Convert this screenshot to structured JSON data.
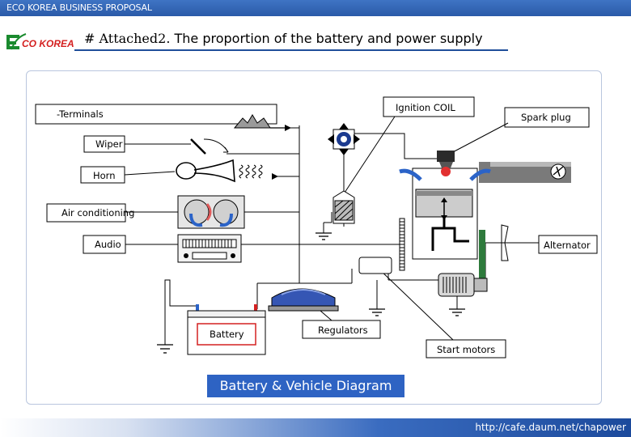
{
  "header": {
    "company_title": "ECO KOREA  BUSINESS PROPOSAL"
  },
  "logo": {
    "text": "ECO KOREA"
  },
  "title": {
    "prefix": "#  Attached2.",
    "text": "The proportion of the battery and power supply"
  },
  "diagram": {
    "labels": {
      "terminals": "-Terminals",
      "ignition_coil": "Ignition COIL",
      "spark_plug": "Spark plug",
      "wiper": "Wiper",
      "horn": "Horn",
      "air_conditioning": "Air conditioning",
      "audio": "Audio",
      "alternator": "Alternator",
      "battery": "Battery",
      "regulators": "Regulators",
      "start_motors": "Start motors"
    },
    "caption": "Battery & Vehicle Diagram"
  },
  "footer": {
    "url": "http://cafe.daum.net/chapower"
  },
  "colors": {
    "header_blue": "#2a5aa8",
    "caption_blue": "#2e63c3",
    "logo_green": "#1a8a2e",
    "logo_red": "#d42020"
  }
}
